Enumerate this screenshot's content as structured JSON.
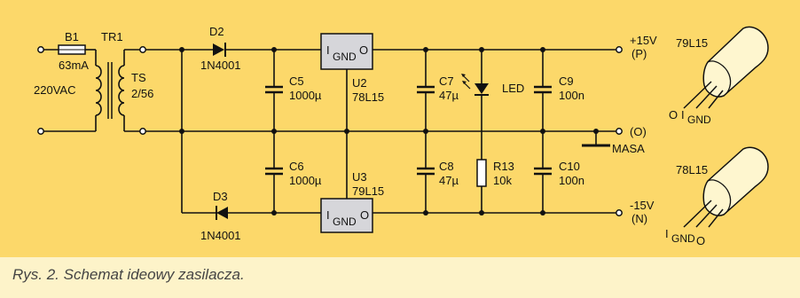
{
  "caption": "Rys. 2. Schemat ideowy zasilacza.",
  "components": {
    "b1_name": "B1",
    "b1_value": "63mA",
    "tr1_name": "TR1",
    "mains": "220VAC",
    "ts_name": "TS",
    "ts_value": "2/56",
    "d2_name": "D2",
    "d2_value": "1N4001",
    "d3_name": "D3",
    "d3_value": "1N4001",
    "c5_name": "C5",
    "c5_value": "1000µ",
    "c6_name": "C6",
    "c6_value": "1000µ",
    "u2_name": "U2",
    "u2_value": "78L15",
    "u3_name": "U3",
    "u3_value": "79L15",
    "reg_pin_i": "I",
    "reg_pin_gnd": "GND",
    "reg_pin_o": "O",
    "c7_name": "C7",
    "c7_value": "47µ",
    "c8_name": "C8",
    "c8_value": "47µ",
    "led_name": "LED",
    "r13_name": "R13",
    "r13_value": "10k",
    "c9_name": "C9",
    "c9_value": "100n",
    "c10_name": "C10",
    "c10_value": "100n"
  },
  "outputs": {
    "plus_voltage": "+15V",
    "plus_pin": "(P)",
    "zero_pin": "(O)",
    "masa": "MASA",
    "minus_voltage": "-15V",
    "minus_pin": "(N)"
  },
  "packages": {
    "top_name": "79L15",
    "top_pin_o": "O",
    "top_pin_i": "I",
    "top_pin_gnd": "GND",
    "bottom_name": "78L15",
    "bottom_pin_i": "I",
    "bottom_pin_gnd": "GND",
    "bottom_pin_o": "O"
  },
  "colors": {
    "panel": "#fcd86a",
    "background": "#fdf3c9",
    "regulator_fill": "#d6d6da",
    "package_fill": "#fef6cf",
    "ink": "#111111"
  }
}
